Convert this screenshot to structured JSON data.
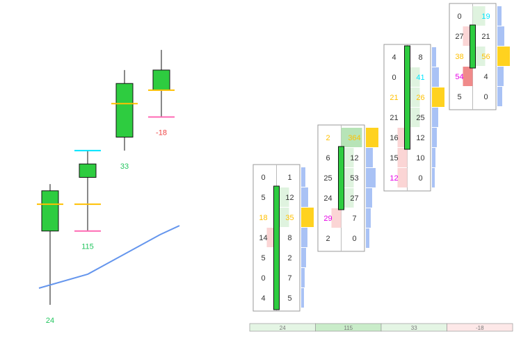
{
  "chart_data": [
    {
      "type": "candlestick",
      "description_panel": "left",
      "candles": [
        {
          "open": 0,
          "high": 7,
          "low": -11,
          "close": 6,
          "poc": 4,
          "vwap": 3,
          "delta": "24",
          "delta_color": "#22c55e"
        },
        {
          "open": 10,
          "high": 12,
          "low": 0,
          "close": 8,
          "poc": 4,
          "vwap": 10,
          "delta": "115",
          "delta_color": "#22c55e"
        },
        {
          "open": 14,
          "high": 24,
          "low": 12,
          "close": 22,
          "poc": 19,
          "vwap": null,
          "delta": "33",
          "delta_color": "#22c55e"
        },
        {
          "open": 21,
          "high": 27,
          "low": 17,
          "close": 24,
          "poc": 21,
          "vwap": 17,
          "delta": "-18",
          "delta_color": "#ef4444"
        }
      ],
      "vwap_line": [
        -10,
        -8,
        -6,
        -2
      ]
    },
    {
      "type": "footprint",
      "columns": [
        {
          "rows": [
            {
              "bid": "0",
              "ask": "1"
            },
            {
              "bid": "5",
              "ask": "12"
            },
            {
              "bid": "18",
              "ask": "35"
            },
            {
              "bid": "14",
              "ask": "8"
            },
            {
              "bid": "5",
              "ask": "2"
            },
            {
              "bid": "0",
              "ask": "7"
            },
            {
              "bid": "4",
              "ask": "5"
            }
          ],
          "poc_row": 2,
          "body_rows": [
            1,
            6
          ]
        },
        {
          "rows": [
            {
              "bid": "2",
              "ask": "364"
            },
            {
              "bid": "6",
              "ask": "12"
            },
            {
              "bid": "25",
              "ask": "53"
            },
            {
              "bid": "24",
              "ask": "27"
            },
            {
              "bid": "29",
              "ask": "7"
            },
            {
              "bid": "2",
              "ask": "0"
            }
          ],
          "poc_row": 0,
          "body_rows": [
            1,
            3
          ]
        },
        {
          "rows": [
            {
              "bid": "4",
              "ask": "8"
            },
            {
              "bid": "0",
              "ask": "41"
            },
            {
              "bid": "21",
              "ask": "26"
            },
            {
              "bid": "21",
              "ask": "25"
            },
            {
              "bid": "16",
              "ask": "12"
            },
            {
              "bid": "15",
              "ask": "10"
            },
            {
              "bid": "12",
              "ask": "0"
            }
          ],
          "poc_row": 2,
          "body_rows": [
            0,
            4
          ]
        },
        {
          "rows": [
            {
              "bid": "0",
              "ask": "19"
            },
            {
              "bid": "27",
              "ask": "21"
            },
            {
              "bid": "38",
              "ask": "56"
            },
            {
              "bid": "54",
              "ask": "4"
            },
            {
              "bid": "5",
              "ask": "0"
            }
          ],
          "poc_row": 2,
          "body_rows": [
            1,
            2
          ]
        }
      ],
      "delta_bar": [
        "24",
        "115",
        "33",
        "-18"
      ]
    }
  ],
  "colors": {
    "bull_body": "#2ecc40",
    "poc_line": "#ffc000",
    "vwap_line": "#6495ed",
    "high_marker": "#00e5ff",
    "low_marker": "#ff69b4",
    "negative": "#ef4444",
    "positive": "#22c55e",
    "poc_box": "#ffd21f",
    "profile": "#a9c2f5",
    "bid_highlight": "#e600e6",
    "ask_highlight": "#00e5ff"
  }
}
